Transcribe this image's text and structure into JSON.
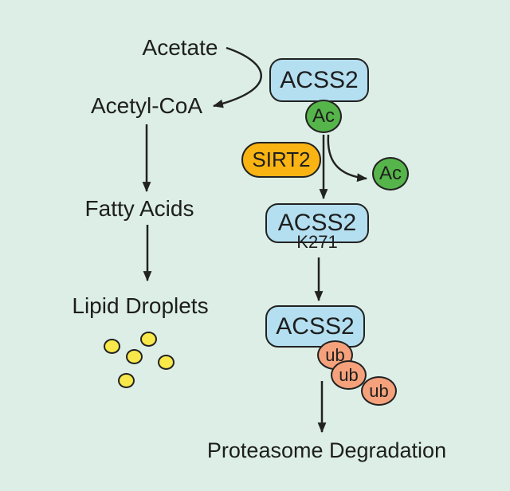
{
  "diagram": {
    "background_color": "#dceee5",
    "line_color": "#222222",
    "labels": {
      "acetate": "Acetate",
      "acetyl_coa": "Acetyl-CoA",
      "fatty_acids": "Fatty Acids",
      "lipid_droplets": "Lipid Droplets",
      "proteasome_degradation": "Proteasome Degradation"
    },
    "nodes": {
      "acss2_top": {
        "label": "ACSS2",
        "fill": "#b4dff0",
        "shape": "rounded-rect"
      },
      "ac_attached": {
        "label": "Ac",
        "fill": "#56b54a",
        "shape": "circle"
      },
      "sirt2": {
        "label": "SIRT2",
        "fill": "#f9b413",
        "shape": "pill"
      },
      "ac_released": {
        "label": "Ac",
        "fill": "#56b54a",
        "shape": "circle"
      },
      "acss2_k271": {
        "label": "ACSS2",
        "residue": "K271",
        "fill": "#b4dff0",
        "shape": "rounded-rect"
      },
      "acss2_ub": {
        "label": "ACSS2",
        "fill": "#b4dff0",
        "shape": "rounded-rect"
      },
      "ub_1": {
        "label": "ub",
        "fill": "#f5a27c",
        "shape": "circle"
      },
      "ub_2": {
        "label": "ub",
        "fill": "#f5a27c",
        "shape": "circle"
      },
      "ub_3": {
        "label": "ub",
        "fill": "#f5a27c",
        "shape": "circle"
      }
    },
    "lipid_droplets": {
      "count": 5,
      "fill": "#f8e84a"
    }
  }
}
